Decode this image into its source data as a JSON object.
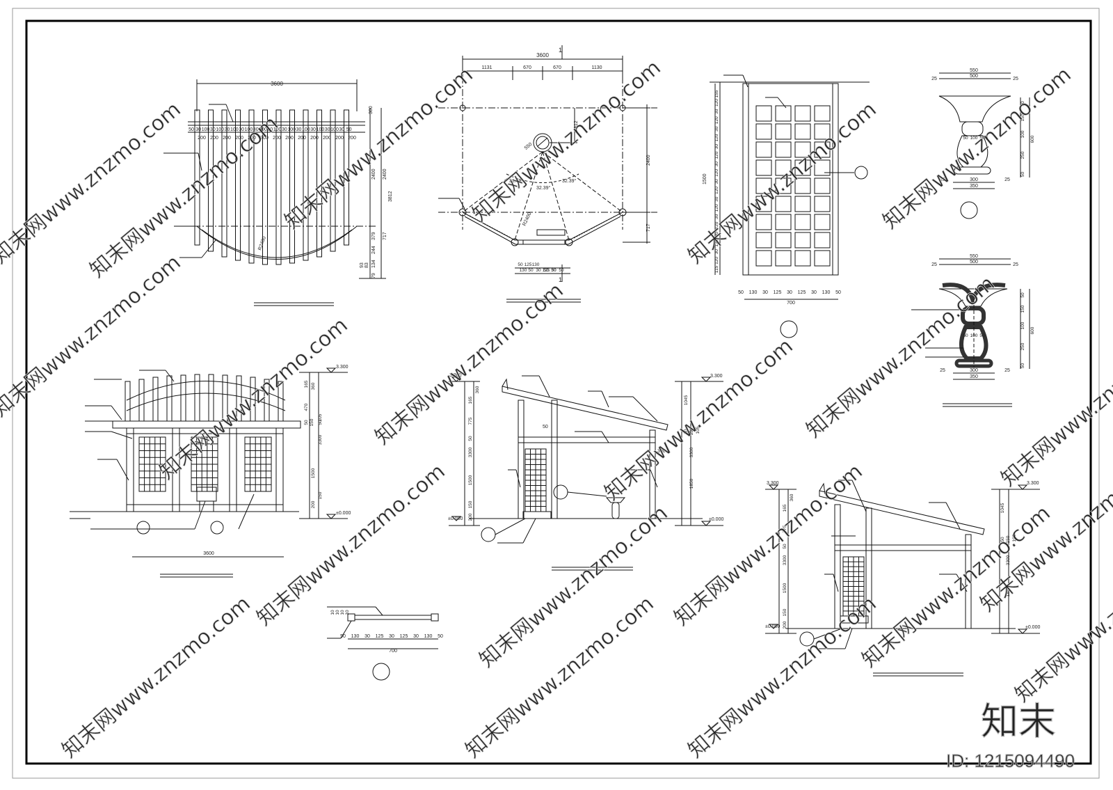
{
  "drawings": {
    "plan_top_left": {
      "overall_width": "3600",
      "gaps_row": [
        "50",
        "30",
        "100",
        "30",
        "100",
        "30",
        "100",
        "30",
        "100",
        "30",
        "100",
        "30",
        "100",
        "30",
        "100",
        "30",
        "100",
        "30",
        "100",
        "30",
        "100",
        "30",
        "50"
      ],
      "spacing_row": [
        "200",
        "200",
        "200",
        "200",
        "200",
        "200",
        "200",
        "200",
        "200",
        "200",
        "200",
        "200",
        "200"
      ],
      "right_dims": [
        "300",
        "2400",
        "2400",
        "3812",
        "379",
        "244",
        "717",
        "83",
        "134",
        "93",
        "79"
      ],
      "radius": "R2400"
    },
    "plan_top_center": {
      "section_mark": "1",
      "overall_width": "3600",
      "sub_dims": [
        "1131",
        "670",
        "670",
        "1130"
      ],
      "right_dims": [
        "812",
        "2400",
        "717"
      ],
      "circle_dim": "550",
      "angles": [
        "32.39°",
        "32.39°",
        "32.39°"
      ],
      "radius": "R2400",
      "bottom_dims": [
        "50",
        "125",
        "130",
        "50",
        "30",
        "50",
        "130",
        "50",
        "30",
        "125",
        "50"
      ]
    },
    "lattice_elev": {
      "height": "1500",
      "left_dims": [
        "155",
        "120",
        "30",
        "120",
        "30",
        "120",
        "30",
        "120",
        "30",
        "120",
        "30",
        "120",
        "30",
        "120",
        "30",
        "120",
        "30",
        "120",
        "30",
        "120",
        "115"
      ],
      "bottom_dims": [
        "50",
        "130",
        "30",
        "125",
        "30",
        "125",
        "30",
        "130",
        "50"
      ],
      "width": "700"
    },
    "stool_elev": {
      "top_dims": [
        "550",
        "500",
        "25",
        "25"
      ],
      "inner_dims": [
        "50",
        "100",
        "50"
      ],
      "bottom_dims": [
        "300",
        "350",
        "25",
        "25"
      ],
      "right_dims": [
        "50",
        "150",
        "100",
        "250",
        "50",
        "600"
      ]
    },
    "stool_section": {
      "top_dims": [
        "550",
        "500",
        "25",
        "25"
      ],
      "inner_dims": [
        "50",
        "100",
        "50"
      ],
      "bottom_dims": [
        "300",
        "350",
        "25",
        "25"
      ],
      "right_dims": [
        "50",
        "150",
        "100",
        "250",
        "50",
        "600"
      ]
    },
    "front_elev": {
      "level_top": "3.300",
      "level_zero": "±0.000",
      "right_dims": [
        "360",
        "165",
        "470",
        "50",
        "150",
        "50",
        "105",
        "3300",
        "1500",
        "150",
        "200"
      ],
      "width": "3600"
    },
    "side_elev_mid": {
      "level_top": "3.300",
      "level_zero": "±0.000",
      "left_dims": [
        "360",
        "165",
        "775",
        "50",
        "3300",
        "1500",
        "150",
        "200"
      ],
      "right_dims": [
        "1045",
        "50",
        "150",
        "105",
        "3300",
        "1850"
      ],
      "note_dims": [
        "50",
        "300"
      ]
    },
    "side_elev_right": {
      "level_top": "3.300",
      "level_zero": "±0.000",
      "left_dims": [
        "360",
        "165",
        "775",
        "50",
        "3300",
        "1500",
        "150",
        "200"
      ],
      "right_dims": [
        "1045",
        "50",
        "150",
        "105",
        "3300",
        "1850"
      ]
    },
    "lattice_section": {
      "left_dims": [
        "10",
        "10",
        "10",
        "10"
      ],
      "bottom_dims": [
        "50",
        "130",
        "30",
        "125",
        "30",
        "125",
        "30",
        "130",
        "50"
      ],
      "width": "700"
    }
  },
  "watermark": {
    "text": "知末网www.znzmo.com",
    "logo": "知末",
    "id_label": "ID: 1215094490"
  }
}
